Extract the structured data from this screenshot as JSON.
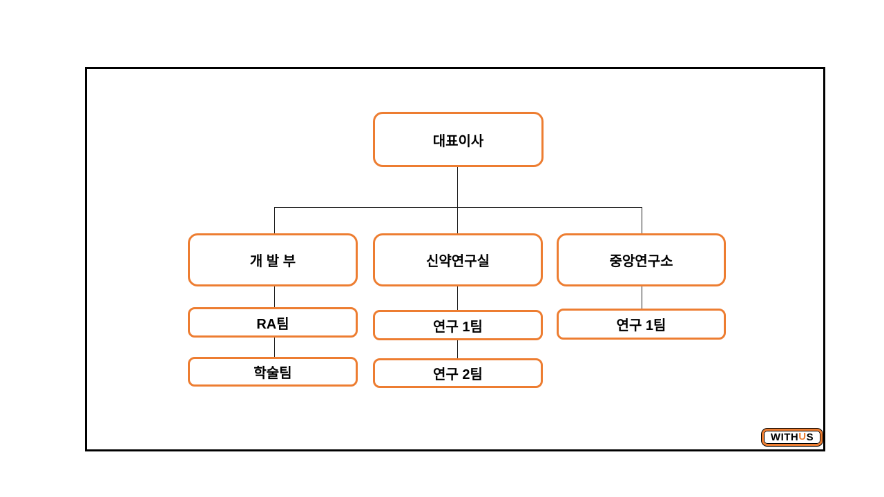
{
  "slide": {
    "background_color": "#ffffff",
    "frame_border_color": "#000000",
    "accent_color": "#ED7D31",
    "connector_color": "#1a1a1a"
  },
  "org_chart": {
    "type": "org-tree",
    "nodes": [
      {
        "id": "ceo",
        "label": "대표이사",
        "level": 1,
        "parent": null
      },
      {
        "id": "dev-dept",
        "label": "개 발 부",
        "level": 2,
        "parent": "ceo"
      },
      {
        "id": "new-drug-lab",
        "label": "신약연구실",
        "level": 2,
        "parent": "ceo"
      },
      {
        "id": "central-lab",
        "label": "중앙연구소",
        "level": 2,
        "parent": "ceo"
      },
      {
        "id": "ra-team",
        "label": "RA팀",
        "level": 3,
        "parent": "dev-dept"
      },
      {
        "id": "academic-team",
        "label": "학술팀",
        "level": 3,
        "parent": "dev-dept"
      },
      {
        "id": "research-1-lab",
        "label": "연구 1팀",
        "level": 3,
        "parent": "new-drug-lab"
      },
      {
        "id": "research-2-lab",
        "label": "연구 2팀",
        "level": 3,
        "parent": "new-drug-lab"
      },
      {
        "id": "research-1-ctr",
        "label": "연구 1팀",
        "level": 3,
        "parent": "central-lab"
      }
    ],
    "edges": [
      [
        "ceo",
        "dev-dept"
      ],
      [
        "ceo",
        "new-drug-lab"
      ],
      [
        "ceo",
        "central-lab"
      ],
      [
        "dev-dept",
        "ra-team"
      ],
      [
        "ra-team",
        "academic-team"
      ],
      [
        "new-drug-lab",
        "research-1-lab"
      ],
      [
        "research-1-lab",
        "research-2-lab"
      ],
      [
        "central-lab",
        "research-1-ctr"
      ]
    ]
  },
  "logo": {
    "prefix": "WITH",
    "accent_letter": "U",
    "suffix": "S"
  }
}
